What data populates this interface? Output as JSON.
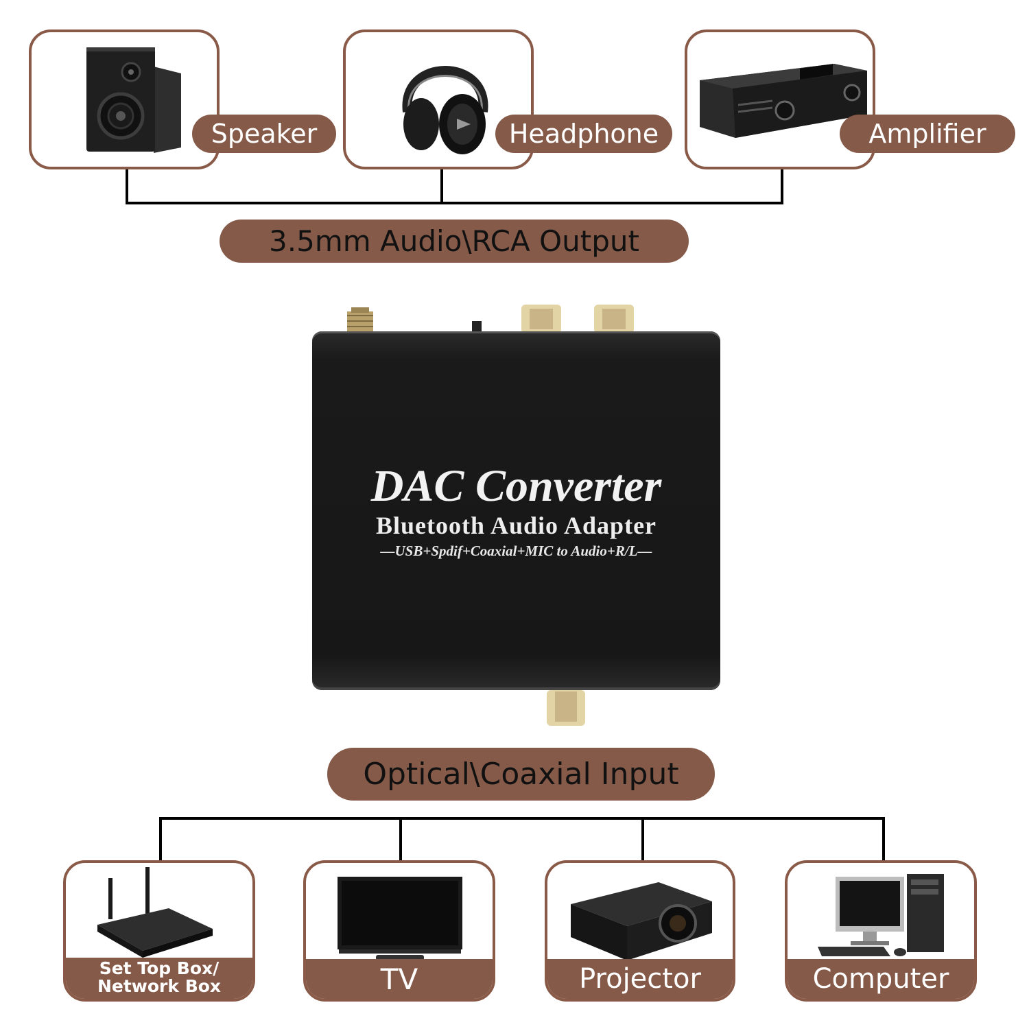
{
  "outputs": {
    "section_label": "3.5mm Audio\\RCA Output",
    "devices": [
      {
        "label": "Speaker",
        "icon": "speaker-icon"
      },
      {
        "label": "Headphone",
        "icon": "headphone-icon"
      },
      {
        "label": "Amplifier",
        "icon": "amplifier-icon"
      }
    ]
  },
  "device": {
    "title": "DAC Converter",
    "subtitle": "Bluetooth Audio Adapter",
    "ports": "—USB+Spdif+Coaxial+MIC to Audio+R/L—"
  },
  "inputs": {
    "section_label": "Optical\\Coaxial Input",
    "devices": [
      {
        "label_line1": "Set Top Box/",
        "label_line2": "Network Box",
        "icon": "set-top-box-icon"
      },
      {
        "label": "TV",
        "icon": "tv-icon"
      },
      {
        "label": "Projector",
        "icon": "projector-icon"
      },
      {
        "label": "Computer",
        "icon": "computer-icon"
      }
    ]
  },
  "colors": {
    "accent": "#855a49",
    "border": "#8a5a48",
    "device_body": "#1a1a1a"
  }
}
